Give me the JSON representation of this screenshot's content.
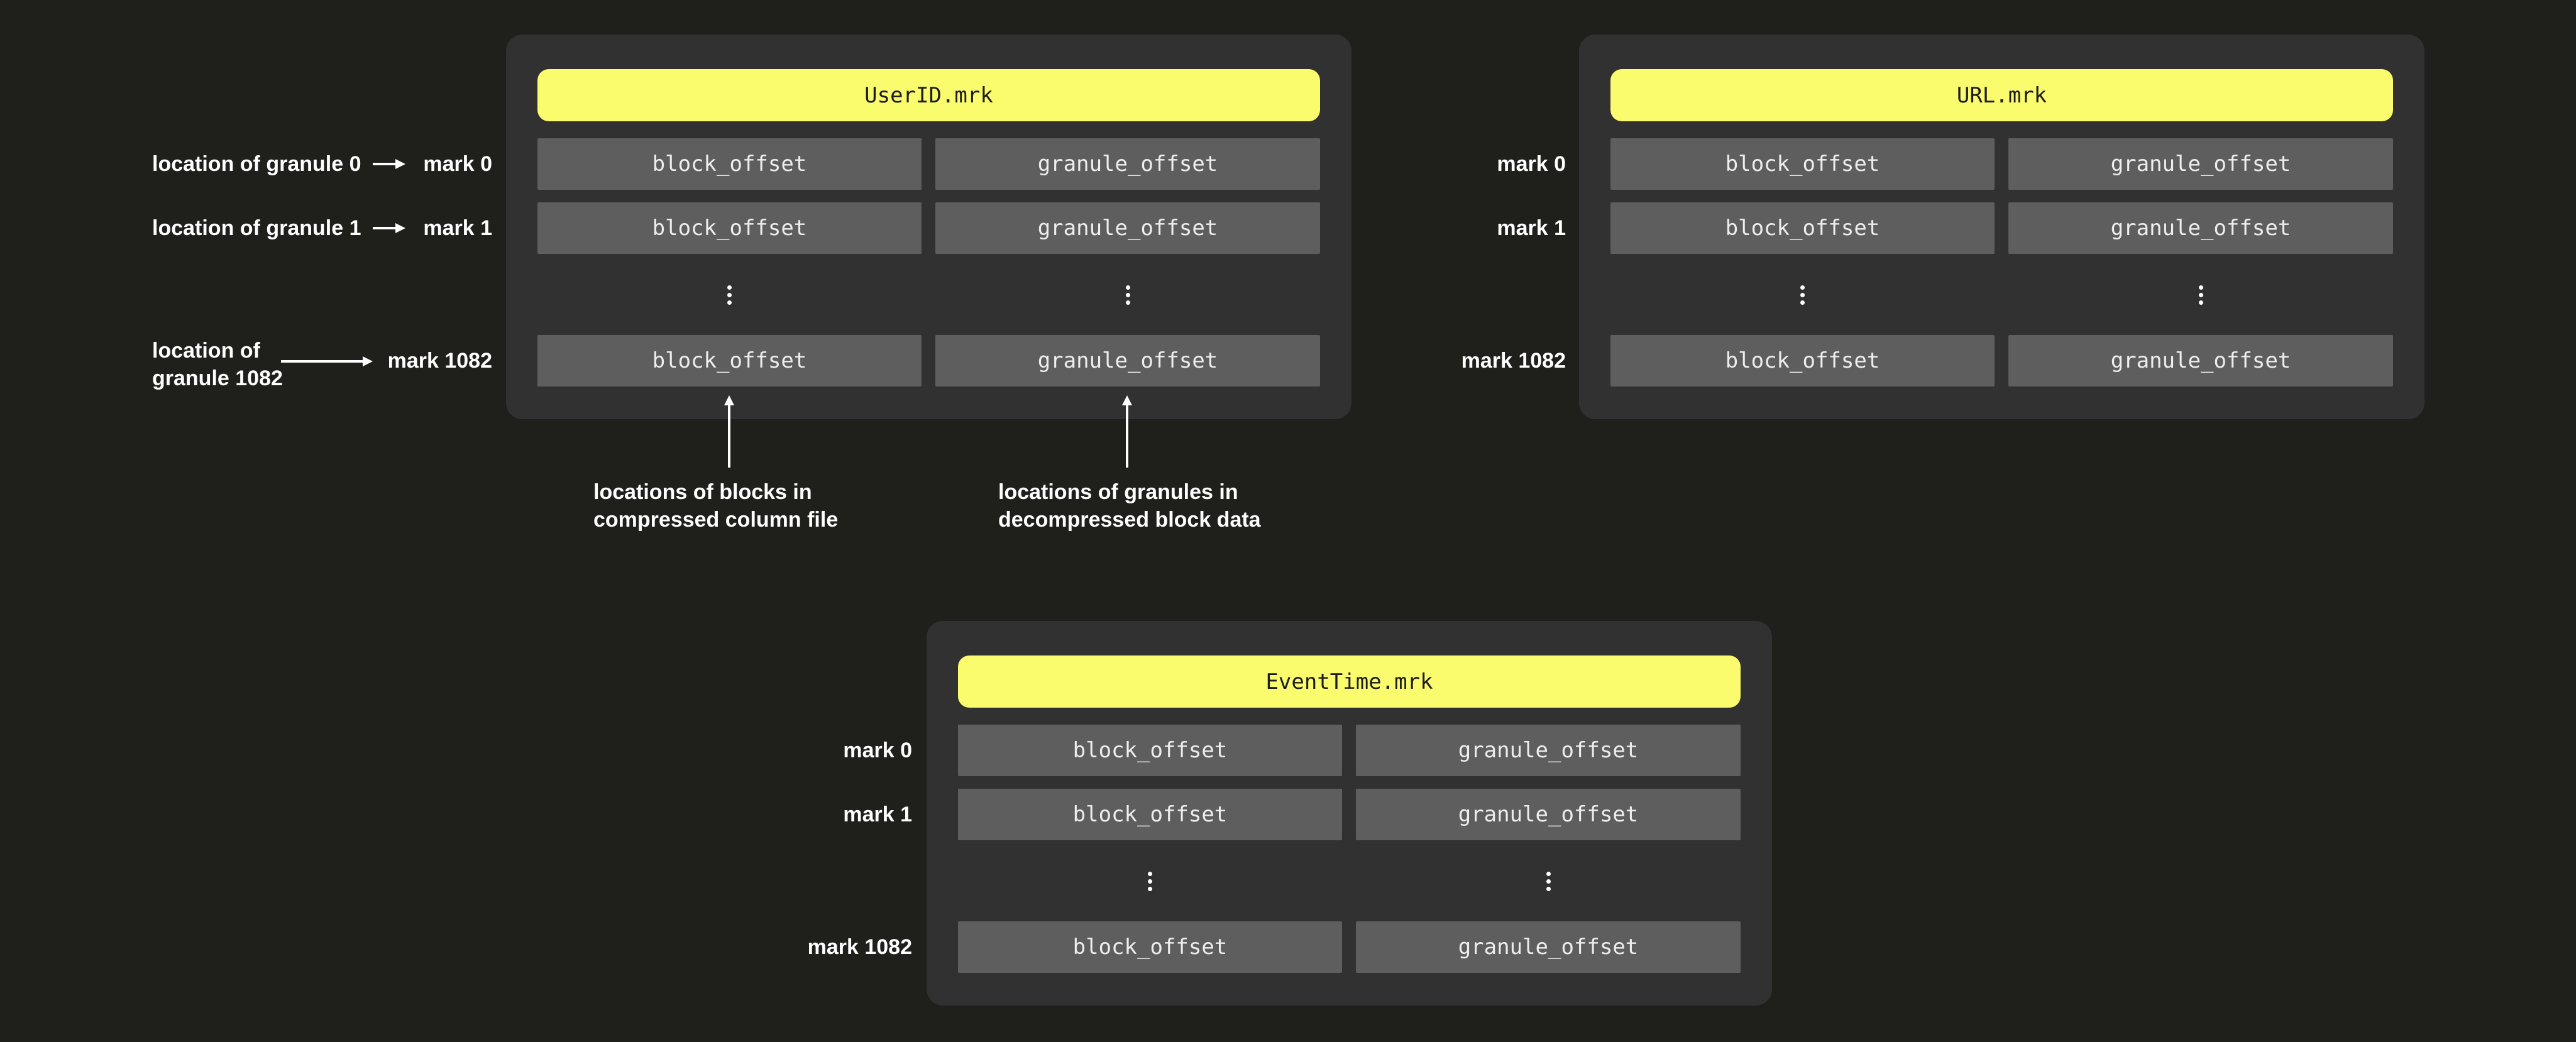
{
  "colors": {
    "background": "#1f201b",
    "panel": "#313131",
    "cell": "#5e5e5e",
    "accent_yellow": "#fafc6e",
    "title_text": "#1c1c1c",
    "label_text": "#ffffff",
    "cell_text": "#ededed"
  },
  "panels": [
    {
      "id": "userid",
      "title": "UserID.mrk",
      "marks": [
        "mark 0",
        "mark 1",
        "mark 1082"
      ],
      "rows": [
        [
          "block_offset",
          "granule_offset"
        ],
        [
          "block_offset",
          "granule_offset"
        ],
        [
          "block_offset",
          "granule_offset"
        ]
      ],
      "ellipsis": "⋮"
    },
    {
      "id": "url",
      "title": "URL.mrk",
      "marks": [
        "mark 0",
        "mark 1",
        "mark 1082"
      ],
      "rows": [
        [
          "block_offset",
          "granule_offset"
        ],
        [
          "block_offset",
          "granule_offset"
        ],
        [
          "block_offset",
          "granule_offset"
        ]
      ],
      "ellipsis": "⋮"
    },
    {
      "id": "eventtime",
      "title": "EventTime.mrk",
      "marks": [
        "mark 0",
        "mark 1",
        "mark 1082"
      ],
      "rows": [
        [
          "block_offset",
          "granule_offset"
        ],
        [
          "block_offset",
          "granule_offset"
        ],
        [
          "block_offset",
          "granule_offset"
        ]
      ],
      "ellipsis": "⋮"
    }
  ],
  "pointer_labels": [
    {
      "text": "location of granule 0"
    },
    {
      "text": "location of granule 1"
    },
    {
      "line1": "location of",
      "line2": "granule 1082"
    }
  ],
  "column_notes": [
    {
      "line1": "locations of blocks in",
      "line2": "compressed column file"
    },
    {
      "line1": "locations of granules in",
      "line2": "decompressed block data"
    }
  ]
}
